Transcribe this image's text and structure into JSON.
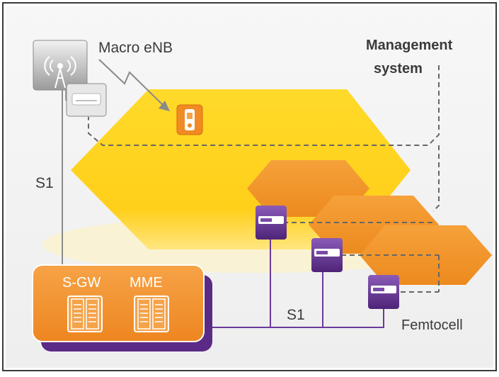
{
  "labels": {
    "macro_enb": "Macro eNB",
    "management_line1": "Management",
    "management_line2": "system",
    "s1_left": "S1",
    "s1_bottom": "S1",
    "femtocell": "Femtocell",
    "sgw": "S-GW",
    "mme": "MME"
  },
  "colors": {
    "frame": "#3a3a3a",
    "macro_cell": "#ffd21f",
    "femto_cell": "#f08e1d",
    "core_box": "#f08a24",
    "core_shadow": "#5b2a86",
    "link_purple": "#6a3a9b",
    "dashed_line": "#666666"
  }
}
